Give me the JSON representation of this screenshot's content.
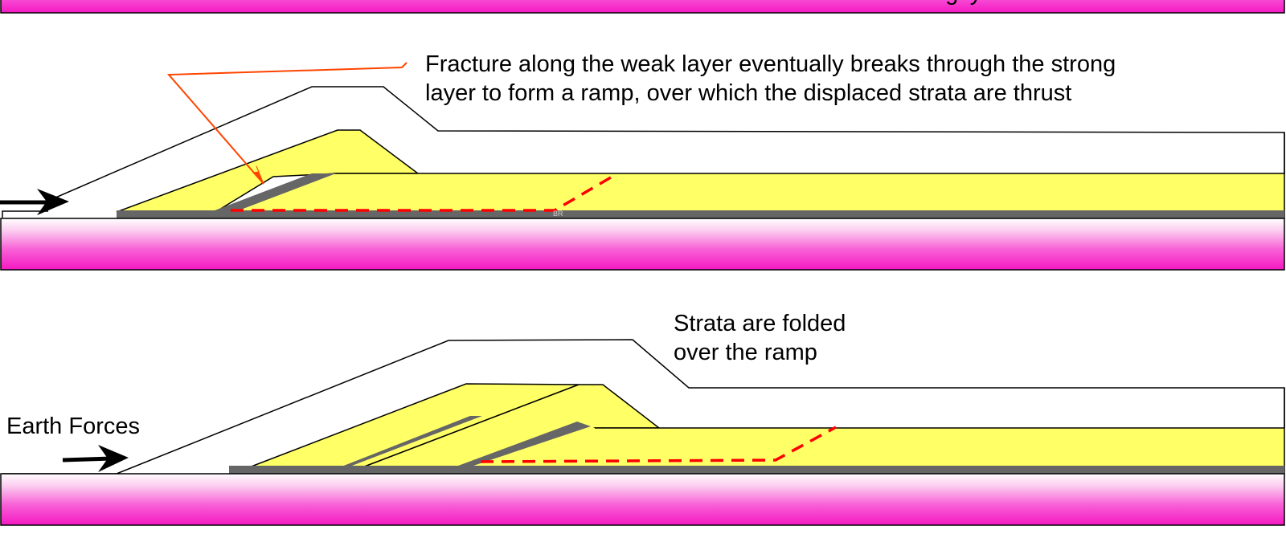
{
  "top_caption_fragment": "ng ly",
  "panel2": {
    "caption_line1": "Fracture along the weak layer eventually breaks through the strong",
    "caption_line2": "layer to form a ramp, over which the displaced strata are thrust"
  },
  "panel3": {
    "caption_line1": "Strata are folded",
    "caption_line2": "over the ramp",
    "forces_label": "Earth Forces"
  },
  "watermark": "BR",
  "colors": {
    "strong_layer": "#ffff66",
    "weak_layer": "#666666",
    "basement_edge": "#ff33cc",
    "basement_center": "#ffffff",
    "fault_dash": "#ff0000",
    "leader_line": "#ff4400",
    "outline": "#000000"
  }
}
